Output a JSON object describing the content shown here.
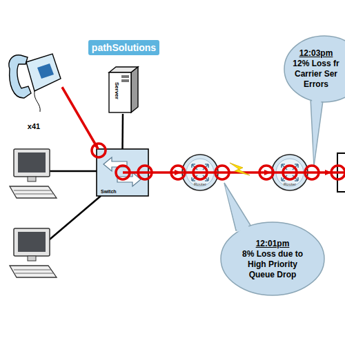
{
  "diagram": {
    "nodes": [
      {
        "text": [
          "pathSolutions"
        ]
      },
      {
        "text": [
          "Server"
        ]
      },
      {
        "text": [
          "12:03pm",
          "12% Loss fr Carrier Ser Errors"
        ]
      },
      {
        "text": [
          "x41"
        ]
      },
      {
        "text": [
          "Switch"
        ]
      },
      {
        "text": [
          "Router"
        ]
      },
      {
        "text": [
          "Router"
        ]
      },
      {
        "text": [
          "12:01pm",
          "8% Loss due to High Priority Queue Drop"
        ]
      }
    ],
    "edges": [
      {
        "from": 3,
        "to": 4,
        "arrow": "to"
      },
      {
        "from": 1,
        "to": 4,
        "arrow": "none"
      },
      {
        "from": 4,
        "to": 5,
        "arrow": "to"
      },
      {
        "from": 5,
        "to": 6,
        "arrow": "to"
      }
    ]
  }
}
